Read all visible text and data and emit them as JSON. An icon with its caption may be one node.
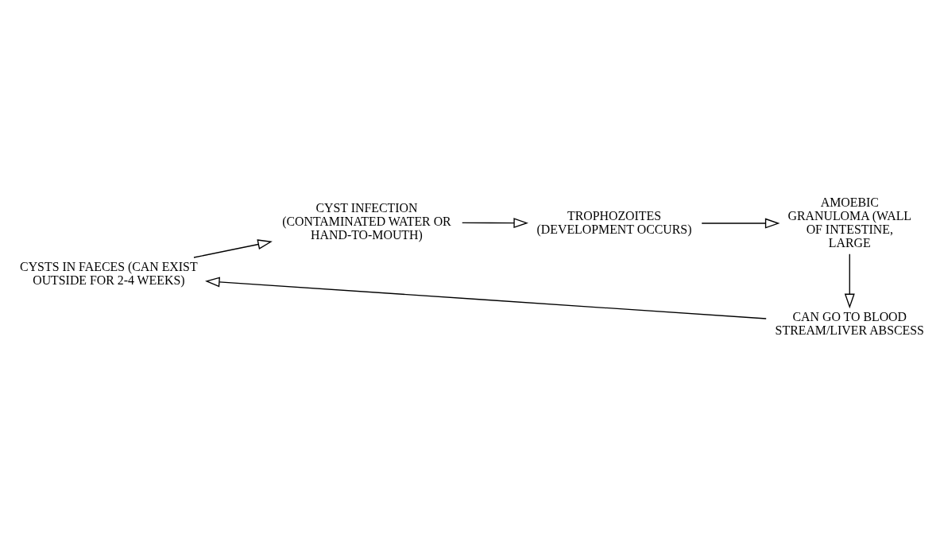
{
  "diagram": {
    "nodes": [
      {
        "text": [
          "CYSTS IN FAECES (CAN EXIST OUTSIDE FOR 2-4 WEEKS)"
        ]
      },
      {
        "text": [
          "CYST INFECTION (CONTAMINATED WATER OR HAND-TO-MOUTH)"
        ]
      },
      {
        "text": [
          "TROPHOZOITES (DEVELOPMENT OCCURS)"
        ]
      },
      {
        "text": [
          "AMOEBIC GRANULOMA (WALL OF INTESTINE, LARGE"
        ]
      },
      {
        "text": [
          "CAN GO TO BLOOD STREAM/LIVER ABSCESS"
        ]
      }
    ],
    "edges": [
      {
        "from": 0,
        "to": 1,
        "arrow": "to"
      },
      {
        "from": 1,
        "to": 2,
        "arrow": "to"
      },
      {
        "from": 2,
        "to": 3,
        "arrow": "to"
      },
      {
        "from": 3,
        "to": 4,
        "arrow": "to"
      },
      {
        "from": 4,
        "to": 0,
        "arrow": "to"
      }
    ]
  }
}
